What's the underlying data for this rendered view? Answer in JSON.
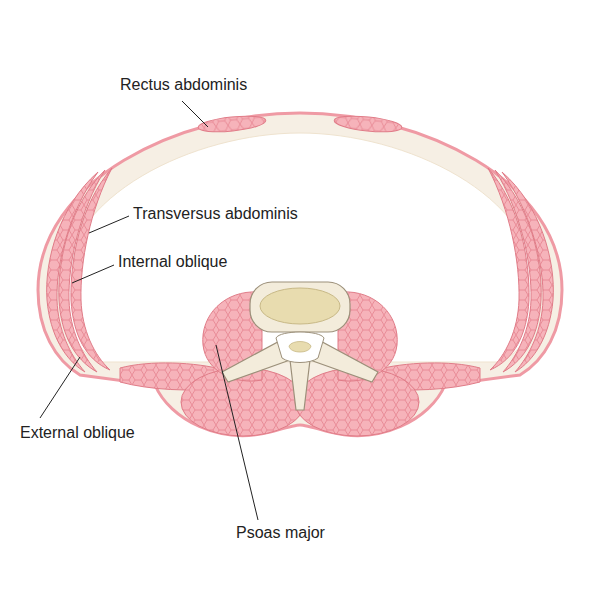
{
  "diagram": {
    "labels": [
      "Rectus abdominis",
      "Transversus abdominis",
      "Internal oblique",
      "External oblique",
      "Psoas major"
    ]
  }
}
